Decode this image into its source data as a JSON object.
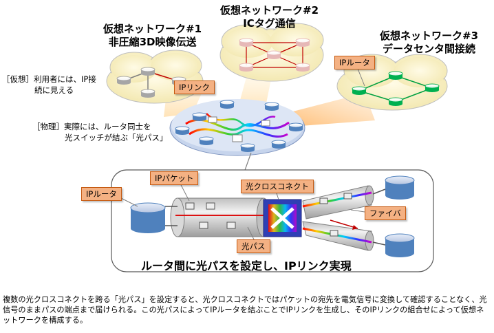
{
  "networks": [
    {
      "title_line1": "仮想ネットワーク#1",
      "title_line2": "非圧縮3D映像伝送"
    },
    {
      "title_line1": "仮想ネットワーク#2",
      "title_line2": "ICタグ通信"
    },
    {
      "title_line1": "仮想ネットワーク#3",
      "title_line2": "データセンタ間接続"
    }
  ],
  "virtual_note": {
    "tag": "［仮想］",
    "line1": "利用者には、IP接",
    "line2": "続に見える"
  },
  "physical_note": {
    "tag": "［物理］",
    "line1": "実際には、ルータ同士を",
    "line2": "光スイッチが結ぶ「光パス」"
  },
  "callouts": {
    "ip_link": "IPリンク",
    "ip_router_top": "IPルータ",
    "ip_packet": "IPパケット",
    "ip_router_bottom": "IPルータ",
    "optical_cross_connect": "光クロスコネクト",
    "fiber": "ファイバ",
    "optical_path": "光パス"
  },
  "banner": "ルータ間に光パスを設定し、IPリンク実現",
  "caption": "複数の光クロスコネクトを跨る「光パス」を設定すると、光クロスコネクトではパケットの宛先を電気信号に変換して確認することなく、光信号のままパスの端点まで届けられる。この光パスによってIPルータを結ぶことでIPリンクを生成し、そのIPリンクの組合せによって仮想ネットワークを構成する。",
  "colors": {
    "cloud": "#fbf5d4",
    "router_gray": "#a6a6a6",
    "router_pink": "#e6b8b7",
    "router_green": "#00b050",
    "router_blue": "#4f81bd",
    "callout_fill": "#f4b183"
  }
}
